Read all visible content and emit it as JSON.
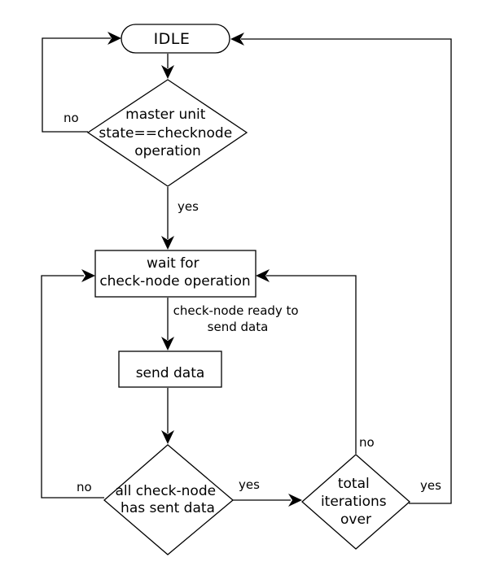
{
  "nodes": {
    "idle": "IDLE",
    "master_check": [
      "master unit",
      "state==checknode",
      "operation"
    ],
    "wait": [
      "wait for",
      "check-node operation"
    ],
    "send": "send data",
    "all_sent": [
      "all check-node",
      "has sent data"
    ],
    "iterations": [
      "total",
      "iterations",
      "over"
    ]
  },
  "edges": {
    "master_no": "no",
    "master_yes": "yes",
    "ready": [
      "check-node ready to",
      "send data"
    ],
    "all_sent_no": "no",
    "all_sent_yes": "yes",
    "iterations_no": "no",
    "iterations_yes": "yes"
  },
  "colors": {
    "stroke": "#000000",
    "background": "#ffffff"
  }
}
